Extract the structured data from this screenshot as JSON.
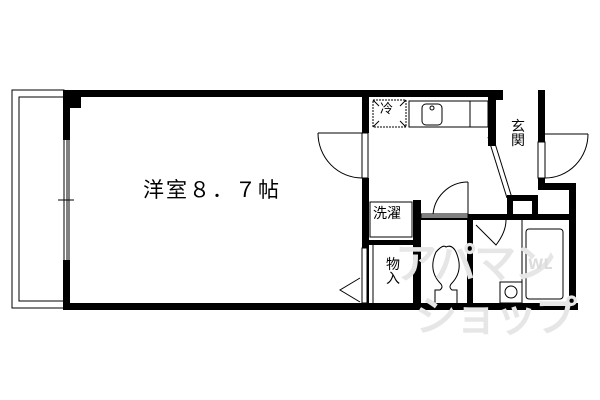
{
  "floor_plan": {
    "rooms": {
      "main_room": "洋室８．７帖",
      "fridge": "冷",
      "washer": "洗濯",
      "storage": "物入",
      "entrance": "玄関"
    },
    "watermark": {
      "line1": "アパマン",
      "line2": "ショップ",
      "mark": "WL"
    },
    "colors": {
      "wall": "#000000",
      "background": "#ffffff",
      "watermark": "#e6e6e6"
    }
  }
}
